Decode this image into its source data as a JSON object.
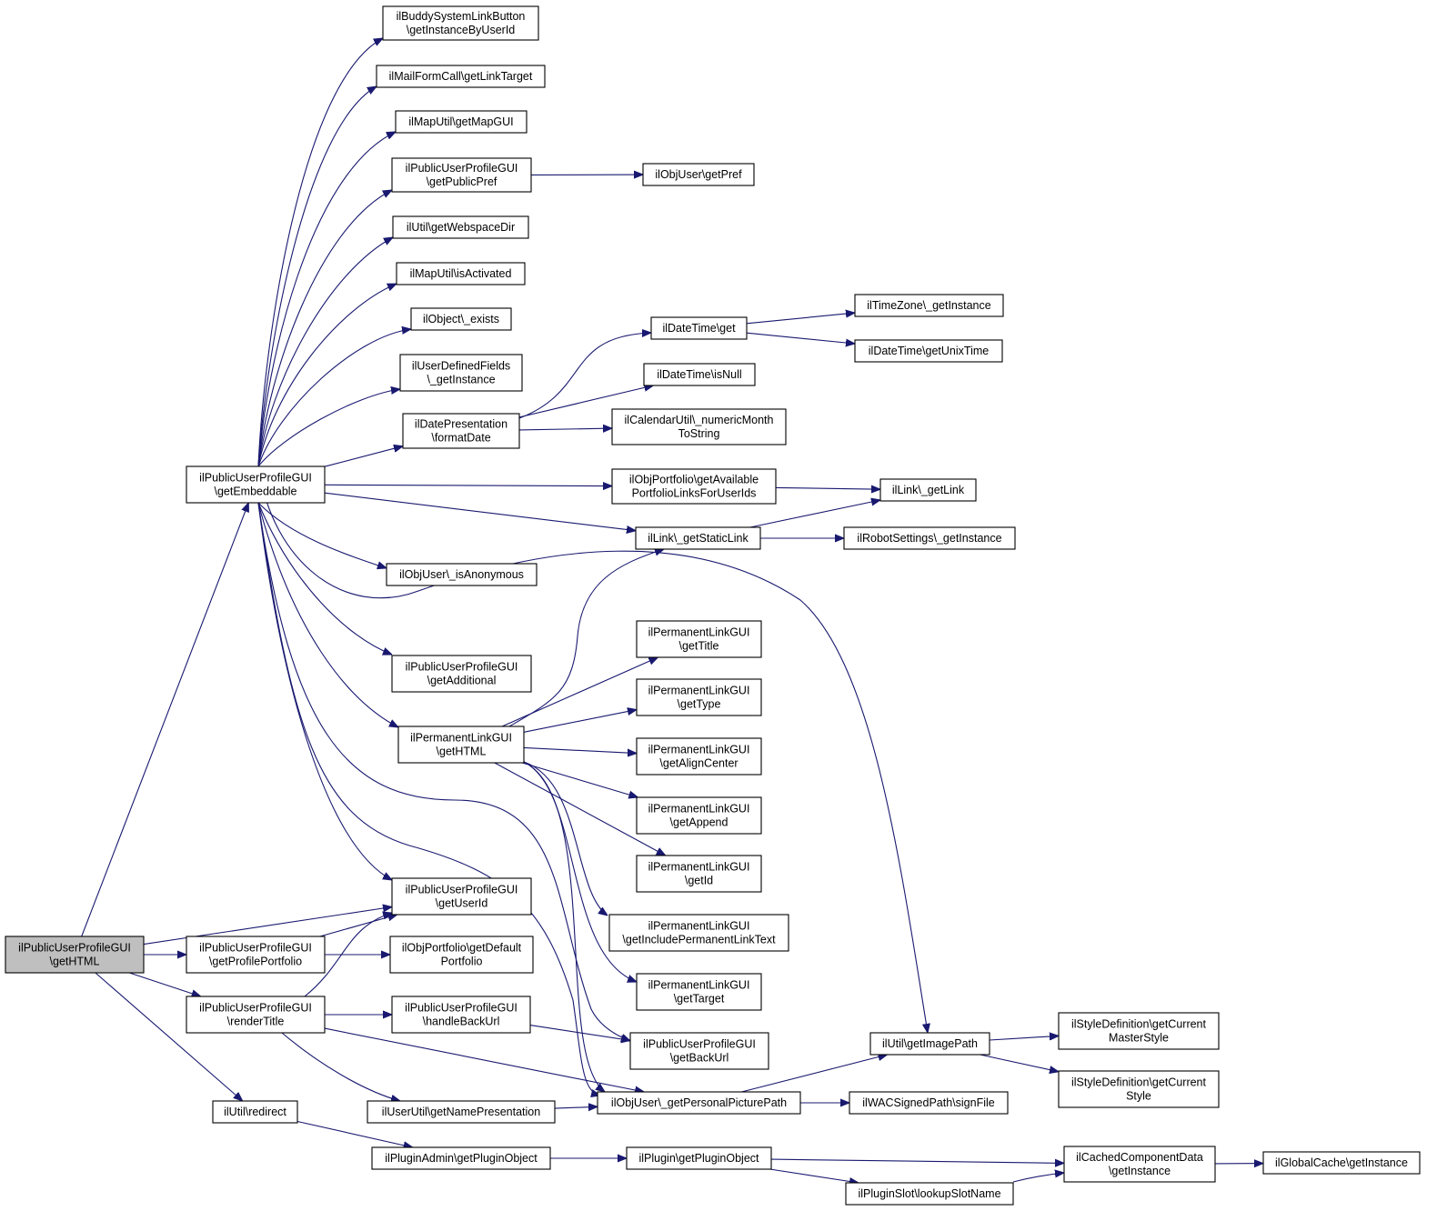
{
  "graph": {
    "nodes": [
      {
        "id": "n0",
        "lines": [
          "ilPublicUserProfileGUI",
          "\\getHTML"
        ],
        "root": true
      },
      {
        "id": "n1",
        "lines": [
          "ilPublicUserProfileGUI",
          "\\getEmbeddable"
        ]
      },
      {
        "id": "n2",
        "lines": [
          "ilBuddySystemLinkButton",
          "\\getInstanceByUserId"
        ]
      },
      {
        "id": "n3",
        "lines": [
          "ilMailFormCall\\getLinkTarget"
        ]
      },
      {
        "id": "n4",
        "lines": [
          "ilMapUtil\\getMapGUI"
        ]
      },
      {
        "id": "n5",
        "lines": [
          "ilPublicUserProfileGUI",
          "\\getPublicPref"
        ]
      },
      {
        "id": "n6",
        "lines": [
          "ilObjUser\\getPref"
        ]
      },
      {
        "id": "n7",
        "lines": [
          "ilUtil\\getWebspaceDir"
        ]
      },
      {
        "id": "n8",
        "lines": [
          "ilMapUtil\\isActivated"
        ]
      },
      {
        "id": "n9",
        "lines": [
          "ilObject\\_exists"
        ]
      },
      {
        "id": "n10",
        "lines": [
          "ilUserDefinedFields",
          "\\_getInstance"
        ]
      },
      {
        "id": "n11",
        "lines": [
          "ilDatePresentation",
          "\\formatDate"
        ]
      },
      {
        "id": "n12",
        "lines": [
          "ilDateTime\\get"
        ]
      },
      {
        "id": "n13",
        "lines": [
          "ilTimeZone\\_getInstance"
        ]
      },
      {
        "id": "n14",
        "lines": [
          "ilDateTime\\getUnixTime"
        ]
      },
      {
        "id": "n15",
        "lines": [
          "ilDateTime\\isNull"
        ]
      },
      {
        "id": "n16",
        "lines": [
          "ilCalendarUtil\\_numericMonth",
          "ToString"
        ]
      },
      {
        "id": "n17",
        "lines": [
          "ilObjPortfolio\\getAvailable",
          "PortfolioLinksForUserIds"
        ]
      },
      {
        "id": "n18",
        "lines": [
          "ilLink\\_getLink"
        ]
      },
      {
        "id": "n19",
        "lines": [
          "ilLink\\_getStaticLink"
        ]
      },
      {
        "id": "n20",
        "lines": [
          "ilRobotSettings\\_getInstance"
        ]
      },
      {
        "id": "n21",
        "lines": [
          "ilObjUser\\_isAnonymous"
        ]
      },
      {
        "id": "n22",
        "lines": [
          "ilPublicUserProfileGUI",
          "\\getAdditional"
        ]
      },
      {
        "id": "n23",
        "lines": [
          "ilPermanentLinkGUI",
          "\\getHTML"
        ]
      },
      {
        "id": "n24",
        "lines": [
          "ilPermanentLinkGUI",
          "\\getTitle"
        ]
      },
      {
        "id": "n25",
        "lines": [
          "ilPermanentLinkGUI",
          "\\getType"
        ]
      },
      {
        "id": "n26",
        "lines": [
          "ilPermanentLinkGUI",
          "\\getAlignCenter"
        ]
      },
      {
        "id": "n27",
        "lines": [
          "ilPermanentLinkGUI",
          "\\getAppend"
        ]
      },
      {
        "id": "n28",
        "lines": [
          "ilPermanentLinkGUI",
          "\\getId"
        ]
      },
      {
        "id": "n29",
        "lines": [
          "ilPermanentLinkGUI",
          "\\getIncludePermanentLinkText"
        ]
      },
      {
        "id": "n30",
        "lines": [
          "ilPermanentLinkGUI",
          "\\getTarget"
        ]
      },
      {
        "id": "n31",
        "lines": [
          "ilPublicUserProfileGUI",
          "\\getUserId"
        ]
      },
      {
        "id": "n32",
        "lines": [
          "ilPublicUserProfileGUI",
          "\\getProfilePortfolio"
        ]
      },
      {
        "id": "n33",
        "lines": [
          "ilObjPortfolio\\getDefault",
          "Portfolio"
        ]
      },
      {
        "id": "n34",
        "lines": [
          "ilPublicUserProfileGUI",
          "\\renderTitle"
        ]
      },
      {
        "id": "n35",
        "lines": [
          "ilPublicUserProfileGUI",
          "\\handleBackUrl"
        ]
      },
      {
        "id": "n36",
        "lines": [
          "ilPublicUserProfileGUI",
          "\\getBackUrl"
        ]
      },
      {
        "id": "n37",
        "lines": [
          "ilUtil\\getImagePath"
        ]
      },
      {
        "id": "n38",
        "lines": [
          "ilStyleDefinition\\getCurrent",
          "MasterStyle"
        ]
      },
      {
        "id": "n39",
        "lines": [
          "ilStyleDefinition\\getCurrent",
          "Style"
        ]
      },
      {
        "id": "n40",
        "lines": [
          "ilObjUser\\_getPersonalPicturePath"
        ]
      },
      {
        "id": "n41",
        "lines": [
          "ilWACSignedPath\\signFile"
        ]
      },
      {
        "id": "n42",
        "lines": [
          "ilUserUtil\\getNamePresentation"
        ]
      },
      {
        "id": "n43",
        "lines": [
          "ilUtil\\redirect"
        ]
      },
      {
        "id": "n44",
        "lines": [
          "ilPluginAdmin\\getPluginObject"
        ]
      },
      {
        "id": "n45",
        "lines": [
          "ilPlugin\\getPluginObject"
        ]
      },
      {
        "id": "n46",
        "lines": [
          "ilCachedComponentData",
          "\\getInstance"
        ]
      },
      {
        "id": "n47",
        "lines": [
          "ilGlobalCache\\getInstance"
        ]
      },
      {
        "id": "n48",
        "lines": [
          "ilPluginSlot\\lookupSlotName"
        ]
      }
    ],
    "edges": [
      {
        "from": "n0",
        "to": "n1"
      },
      {
        "from": "n0",
        "to": "n31"
      },
      {
        "from": "n0",
        "to": "n32"
      },
      {
        "from": "n0",
        "to": "n34"
      },
      {
        "from": "n0",
        "to": "n43"
      },
      {
        "from": "n1",
        "to": "n2"
      },
      {
        "from": "n1",
        "to": "n3"
      },
      {
        "from": "n1",
        "to": "n4"
      },
      {
        "from": "n1",
        "to": "n5"
      },
      {
        "from": "n1",
        "to": "n7"
      },
      {
        "from": "n1",
        "to": "n8"
      },
      {
        "from": "n1",
        "to": "n9"
      },
      {
        "from": "n1",
        "to": "n10"
      },
      {
        "from": "n1",
        "to": "n11"
      },
      {
        "from": "n1",
        "to": "n17"
      },
      {
        "from": "n1",
        "to": "n19"
      },
      {
        "from": "n1",
        "to": "n21"
      },
      {
        "from": "n1",
        "to": "n37"
      },
      {
        "from": "n1",
        "to": "n22"
      },
      {
        "from": "n1",
        "to": "n23"
      },
      {
        "from": "n1",
        "to": "n31"
      },
      {
        "from": "n1",
        "to": "n36"
      },
      {
        "from": "n1",
        "to": "n40"
      },
      {
        "from": "n5",
        "to": "n6"
      },
      {
        "from": "n11",
        "to": "n12"
      },
      {
        "from": "n11",
        "to": "n15"
      },
      {
        "from": "n11",
        "to": "n16"
      },
      {
        "from": "n12",
        "to": "n13"
      },
      {
        "from": "n12",
        "to": "n14"
      },
      {
        "from": "n17",
        "to": "n18"
      },
      {
        "from": "n19",
        "to": "n18"
      },
      {
        "from": "n19",
        "to": "n20"
      },
      {
        "from": "n23",
        "to": "n19"
      },
      {
        "from": "n23",
        "to": "n24"
      },
      {
        "from": "n23",
        "to": "n25"
      },
      {
        "from": "n23",
        "to": "n26"
      },
      {
        "from": "n23",
        "to": "n27"
      },
      {
        "from": "n23",
        "to": "n28"
      },
      {
        "from": "n23",
        "to": "n29"
      },
      {
        "from": "n23",
        "to": "n30"
      },
      {
        "from": "n23",
        "to": "n40"
      },
      {
        "from": "n32",
        "to": "n31"
      },
      {
        "from": "n32",
        "to": "n33"
      },
      {
        "from": "n34",
        "to": "n31"
      },
      {
        "from": "n34",
        "to": "n35"
      },
      {
        "from": "n34",
        "to": "n40"
      },
      {
        "from": "n34",
        "to": "n42"
      },
      {
        "from": "n35",
        "to": "n36"
      },
      {
        "from": "n37",
        "to": "n38"
      },
      {
        "from": "n37",
        "to": "n39"
      },
      {
        "from": "n40",
        "to": "n37"
      },
      {
        "from": "n40",
        "to": "n41"
      },
      {
        "from": "n42",
        "to": "n40"
      },
      {
        "from": "n43",
        "to": "n44"
      },
      {
        "from": "n44",
        "to": "n45"
      },
      {
        "from": "n45",
        "to": "n46"
      },
      {
        "from": "n45",
        "to": "n48"
      },
      {
        "from": "n46",
        "to": "n47"
      },
      {
        "from": "n48",
        "to": "n46"
      }
    ]
  }
}
